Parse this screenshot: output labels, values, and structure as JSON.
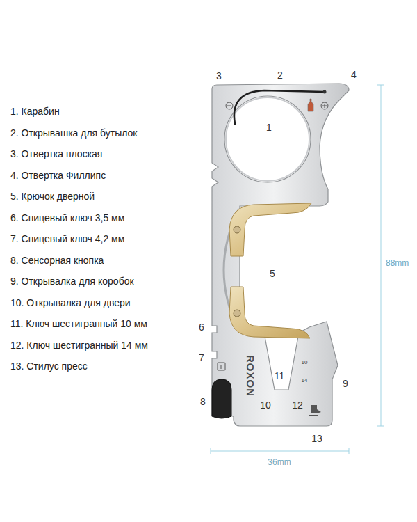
{
  "diagram": {
    "labels": [
      "1. Карабин",
      "2. Открывашка для бутылок",
      "3. Отвертка плоская",
      "4. Отвертка Филлипс",
      "5. Крючок дверной",
      "6. Спицевый ключ 3,5 мм",
      "7. Спицевый ключ 4,2 мм",
      "8. Сенсорная кнопка",
      "9. Открывалка для коробок",
      "10. Открывалка для двери",
      "11. Ключ шестигранный 10 мм",
      "12. Ключ шестигранный 14 мм",
      "13. Стилус пресс",
      "1",
      "2",
      "3",
      "4",
      "5",
      "6",
      "7",
      "8",
      "9",
      "10",
      "11",
      "12",
      "13",
      "88mm",
      "36mm",
      "ROXON",
      "10",
      "14"
    ]
  }
}
